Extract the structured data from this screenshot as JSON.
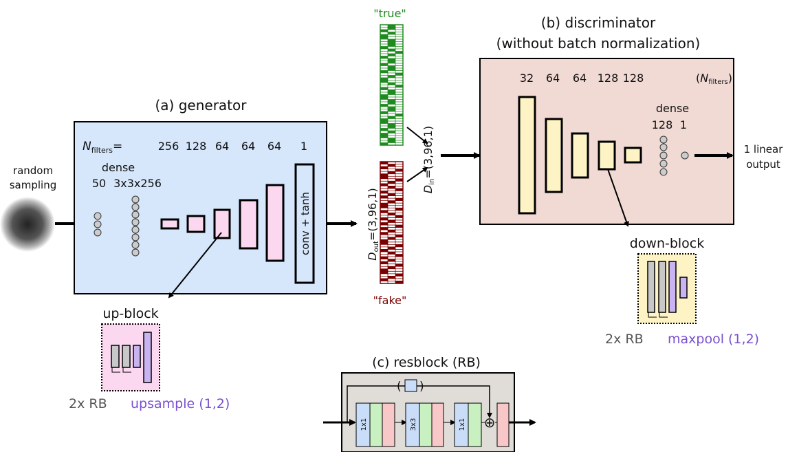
{
  "generator": {
    "title": "(a) generator",
    "nfilters_label": "N",
    "nfilters_sub": "filters",
    "nfilters_eq": "=",
    "filters": [
      "256",
      "128",
      "64",
      "64",
      "64",
      "1"
    ],
    "dense_label": "dense",
    "n50": "50",
    "dense_shape": "3x3x256",
    "conv_label": "conv + tanh"
  },
  "input": {
    "line1": "random",
    "line2": "sampling"
  },
  "samples": {
    "true_label": "\"true\"",
    "fake_label": "\"fake\"",
    "dout_label": "D",
    "dout_sub": "out",
    "dout_val": "=(3,96,1)",
    "din_label": "D",
    "din_sub": "in",
    "din_val": "=(3,96,1)",
    "true_color": "#1f8a1f",
    "fake_color": "#7a0000"
  },
  "discriminator": {
    "title1": "(b) discriminator",
    "title2": "(without batch normalization)",
    "filters": [
      "32",
      "64",
      "64",
      "128",
      "128"
    ],
    "nfilters_open": "(",
    "nfilters_label": "N",
    "nfilters_sub": "filters",
    "nfilters_close": ")",
    "dense_label": "dense",
    "dense_128": "128",
    "dense_1": "1",
    "output_line1": "1 linear",
    "output_line2": "output"
  },
  "upblock": {
    "title": "up-block",
    "rb_label": "2x RB",
    "op_label": "upsample (1,2)"
  },
  "downblock": {
    "title": "down-block",
    "rb_label": "2x RB",
    "op_label": "maxpool (1,2)"
  },
  "resblock": {
    "title": "(c) resblock (RB)",
    "paren_open": "(",
    "paren_close": ")",
    "k1": "1x1",
    "k2": "3x3",
    "k3": "1x1",
    "plus": "⊕"
  },
  "colors": {
    "generator_bg": "#d6e6fb",
    "discriminator_bg": "#f1d9d4",
    "resblock_bg": "#e0dcd8",
    "gen_block": "#fbd8f0",
    "disc_block": "#fdf3c4",
    "upblock_bg": "#fbd8f0",
    "downblock_bg": "#fdf3c4",
    "purple_text": "#7a4fd0",
    "conv_blue": "#c9dcf8",
    "bn_green": "#c8f0c0",
    "act_red": "#f8c8c8",
    "purple_block": "#c9b3f0"
  }
}
